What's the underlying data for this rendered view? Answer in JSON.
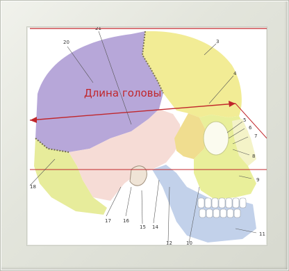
{
  "caption": "Длина  головы",
  "labels": [
    "20",
    "21",
    "3",
    "4",
    "5",
    "6",
    "7",
    "8",
    "9",
    "18",
    "17",
    "16",
    "15",
    "14",
    "12",
    "10",
    "11"
  ],
  "colors": {
    "frontal": "#f2ec95",
    "parietal": "#b7a7d9",
    "temporal": "#f6dcd6",
    "occipital": "#e7ec9b",
    "zygomatic": "#f0dd8f",
    "maxilla": "#e9ef9a",
    "mandible": "#c2d1ea",
    "measure_line": "#c0262b"
  }
}
